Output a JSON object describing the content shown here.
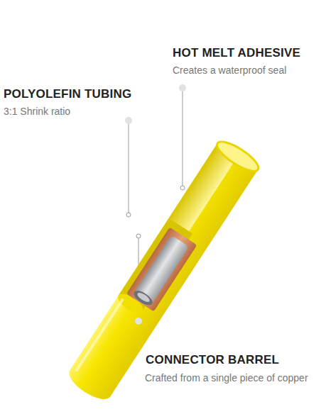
{
  "diagram": {
    "labels": [
      "HOT MELT ADHESIVE",
      "Creates a waterproof seal",
      "POLYOLEFIN TUBING",
      "3:1 Shrink ratio",
      "CONNECTOR BARREL",
      "Crafted from a single piece of copper"
    ]
  }
}
